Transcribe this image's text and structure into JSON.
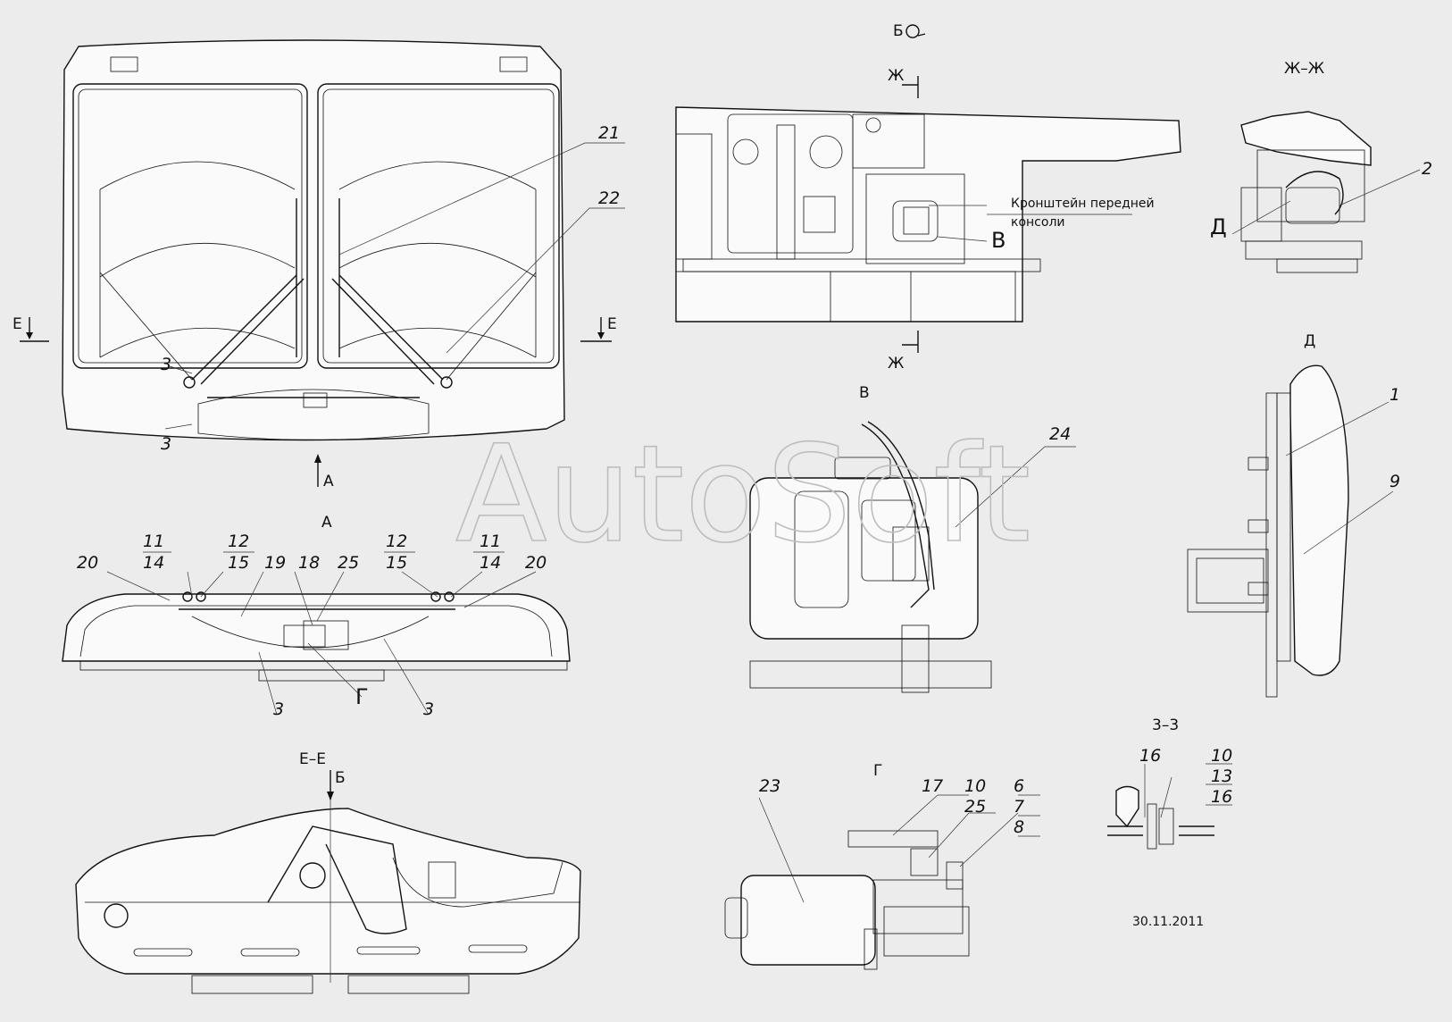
{
  "views": {
    "front": {
      "callouts": [
        "21",
        "22",
        "3",
        "3"
      ],
      "section_marks": [
        "Е",
        "Е"
      ],
      "arrow_label": "А"
    },
    "view_a": {
      "title": "А",
      "callouts": [
        "11",
        "14",
        "12",
        "15",
        "20",
        "19",
        "18",
        "25",
        "12",
        "15",
        "11",
        "14",
        "20",
        "3",
        "3",
        "Г"
      ]
    },
    "view_b": {
      "title": "Б",
      "section_marks": [
        "Ж",
        "Ж"
      ],
      "annotation_line1": "Кронштейн передней",
      "annotation_line2": "консоли",
      "callout_b": "В"
    },
    "section_zh": {
      "title": "Ж–Ж",
      "callouts": [
        "2",
        "Д"
      ]
    },
    "view_v": {
      "title": "В",
      "callouts": [
        "24"
      ]
    },
    "view_d": {
      "title": "Д",
      "callouts": [
        "1",
        "9"
      ]
    },
    "section_ee": {
      "title": "Е–Е",
      "arrow_label": "Б"
    },
    "view_g": {
      "title": "Г",
      "callouts": [
        "23",
        "17",
        "10",
        "25",
        "6",
        "7",
        "8"
      ]
    },
    "section_zz": {
      "title": "3–3",
      "callouts": [
        "16",
        "10",
        "13",
        "16"
      ]
    }
  },
  "date": "30.11.2011",
  "watermark": "AutoSoft"
}
